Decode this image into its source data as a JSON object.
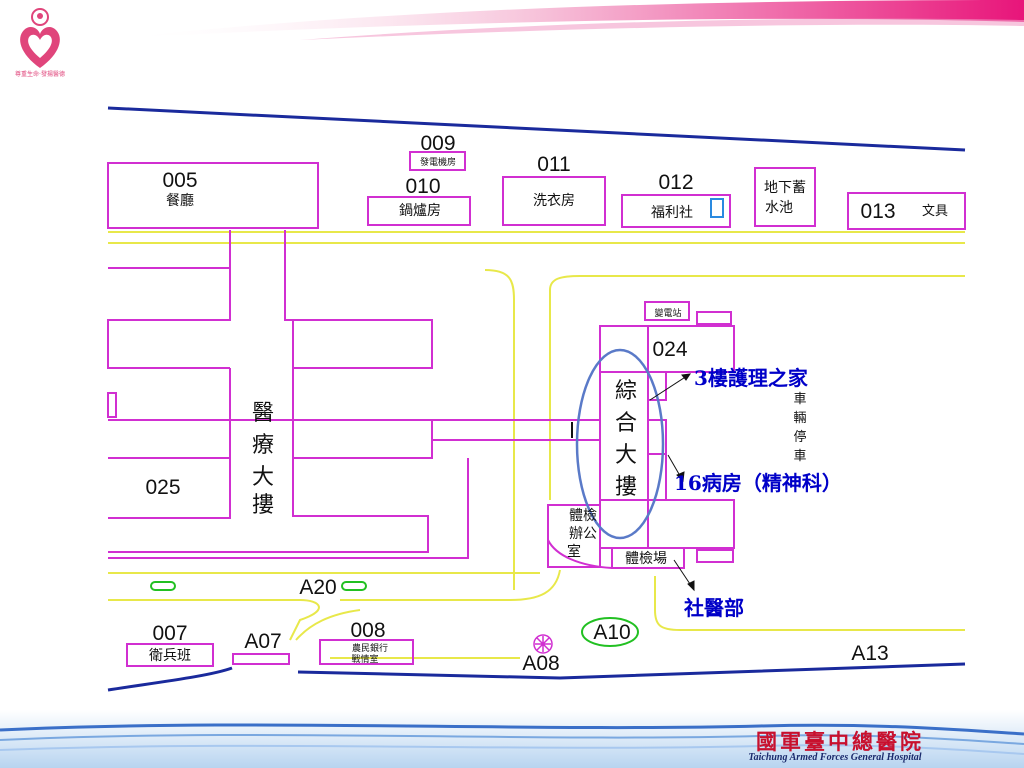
{
  "header": {
    "logo_text": "尊重生命·發揚醫德"
  },
  "map": {
    "buildings": {
      "b005_num": "005",
      "b005_name": "餐廳",
      "b009_num": "009",
      "b009_name": "發電機房",
      "b010_num": "010",
      "b010_name": "鍋爐房",
      "b011_num": "011",
      "b011_name": "洗衣房",
      "b012_num": "012",
      "b012_name": "福利社",
      "reservoir_line1": "地下蓄",
      "reservoir_line2": "水池",
      "b013_num": "013",
      "b013_name": "文具",
      "substation": "變電站",
      "b024_num": "024",
      "general_building": [
        "綜",
        "合",
        "大",
        "摟"
      ],
      "medical_building": [
        "醫",
        "療",
        "大",
        "摟"
      ],
      "b025_num": "025",
      "exam_office": [
        "體檢",
        "辦公",
        "室"
      ],
      "exam_area": "體檢場",
      "parking": [
        "車",
        "輛",
        "停",
        "車"
      ],
      "a20": "A20",
      "b007_num": "007",
      "b007_name": "衛兵班",
      "a07": "A07",
      "b008_num": "008",
      "b008_name_line1": "農民銀行",
      "b008_name_line2": "戰情室",
      "a08": "A08",
      "a10": "A10",
      "a13": "A13"
    },
    "annotations": {
      "floor3": "3樓護理之家",
      "ward16": "16病房（精神科）",
      "social": "社醫部"
    },
    "colors": {
      "building": "#d12fd1",
      "road": "#e8e84a",
      "boundary": "#1a2a9c",
      "annotation": "#0000c8",
      "highlight": "#5a7ac8",
      "marker": "#22c022"
    }
  },
  "footer": {
    "hospital_name": "國軍臺中總醫院",
    "hospital_name_en": "Taichung Armed Forces General Hospital"
  }
}
